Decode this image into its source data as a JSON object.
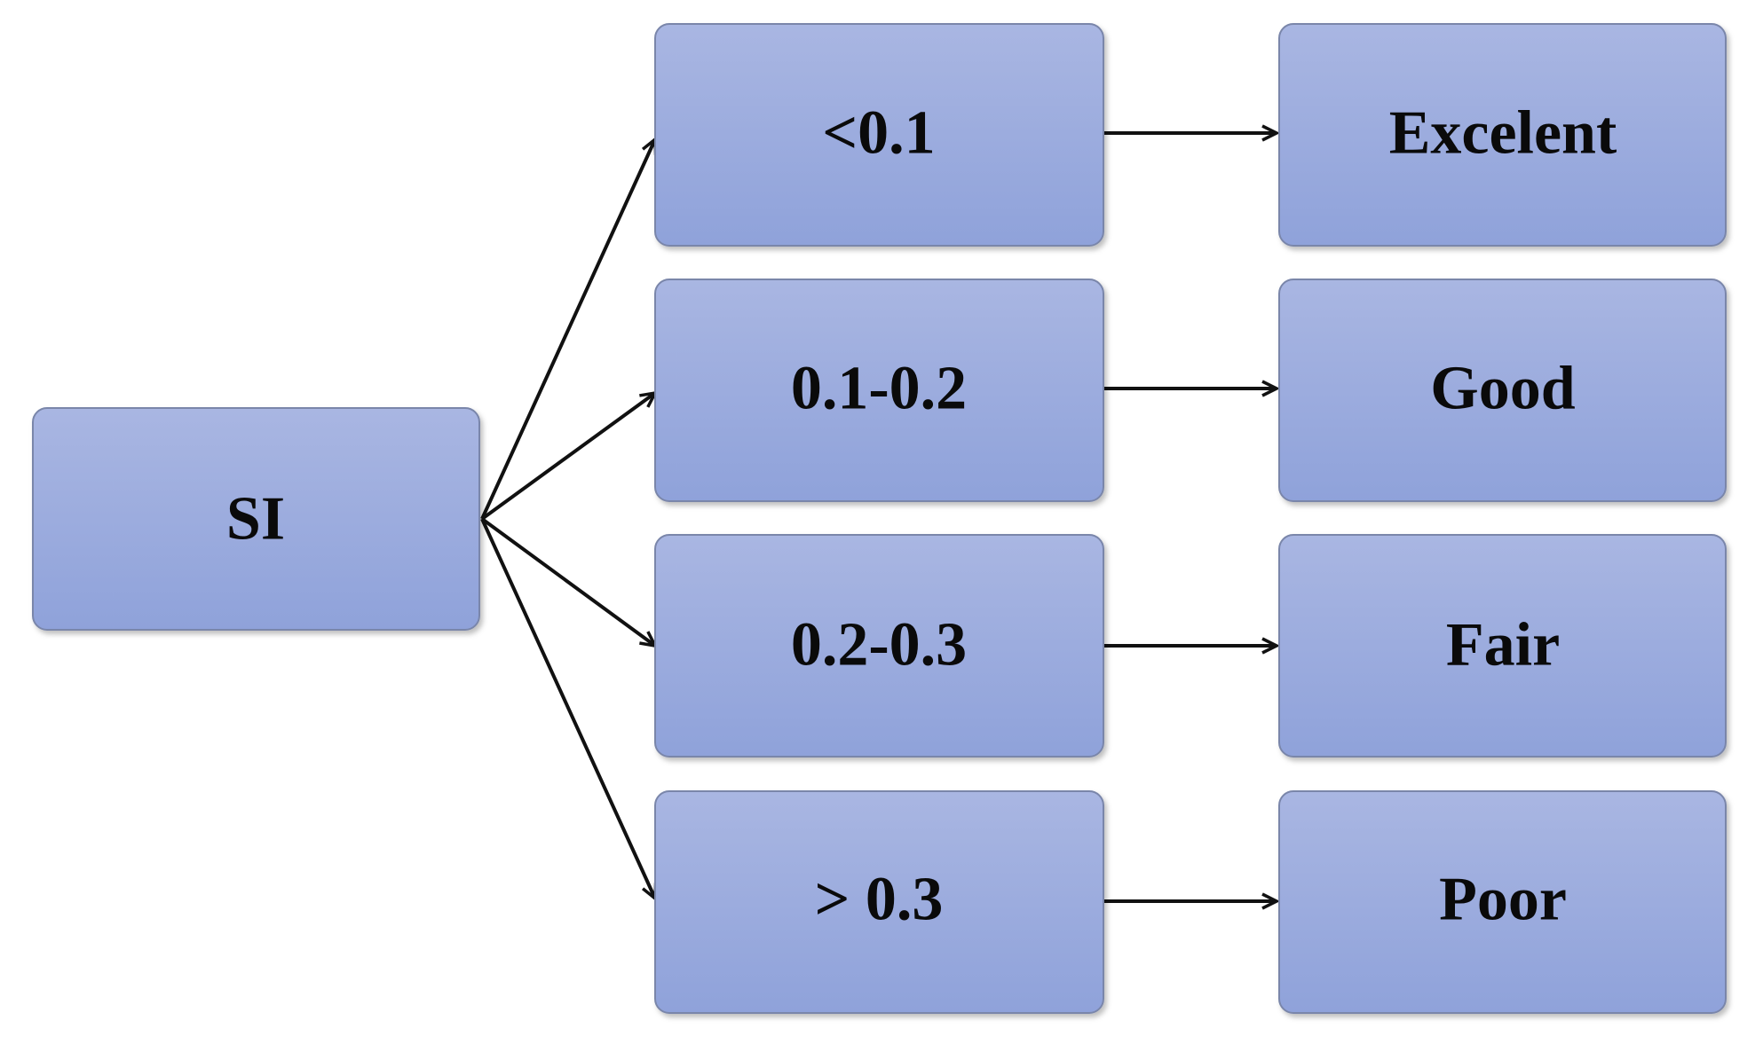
{
  "source": {
    "label": "SI"
  },
  "branches": [
    {
      "range": "<0.1",
      "rating": "Excelent"
    },
    {
      "range": "0.1-0.2",
      "rating": "Good"
    },
    {
      "range": "0.2-0.3",
      "rating": "Fair"
    },
    {
      "range": "> 0.3",
      "rating": "Poor"
    }
  ],
  "colors": {
    "box_fill_top": "#a9b6e2",
    "box_fill_bottom": "#8fa2da",
    "box_stroke": "#7a86aa",
    "arrow": "#111111",
    "text": "#0a0a0a"
  }
}
